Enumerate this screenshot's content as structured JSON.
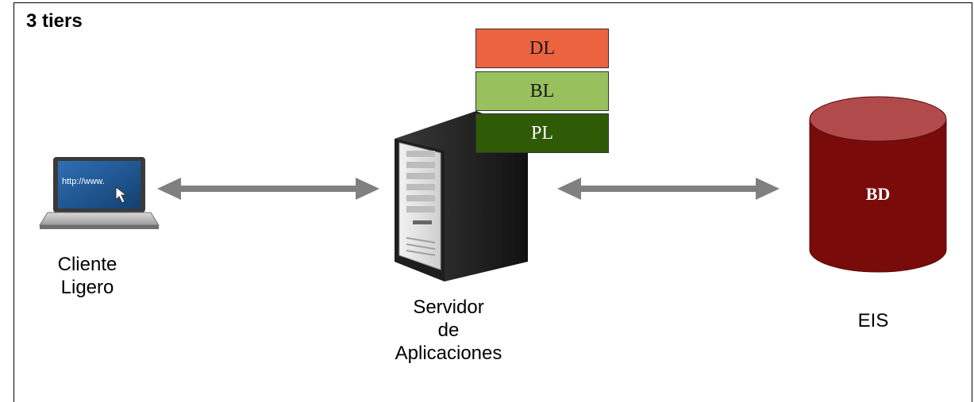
{
  "title": "3 tiers",
  "layers": {
    "dl": "DL",
    "bl": "BL",
    "pl": "PL"
  },
  "client": {
    "label": "Cliente\nLigero",
    "screen_text": "http://www."
  },
  "server": {
    "label": "Servidor\nde\nAplicaciones"
  },
  "database": {
    "text": "BD",
    "label": "EIS"
  },
  "colors": {
    "dl": "#ec6340",
    "bl": "#98c15e",
    "pl": "#2f5a06",
    "database": "#7a0b0b",
    "arrow": "#808080"
  }
}
